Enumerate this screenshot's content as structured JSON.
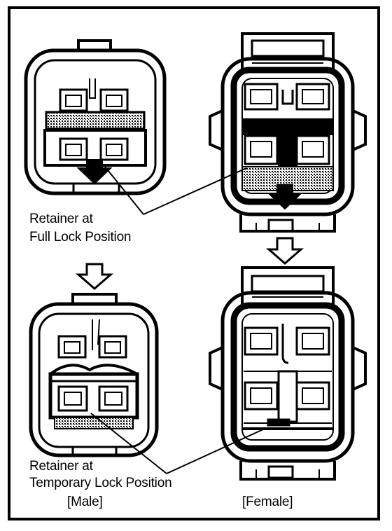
{
  "labels": {
    "full_lock_line1": "Retainer at",
    "full_lock_line2": "Full Lock Position",
    "temp_lock_line1": "Retainer at",
    "temp_lock_line2": "Temporary Lock Position",
    "male": "[Male]",
    "female": "[Female]"
  },
  "colors": {
    "ink": "#000000",
    "paper": "#ffffff",
    "shade": "#9a9a9a"
  }
}
